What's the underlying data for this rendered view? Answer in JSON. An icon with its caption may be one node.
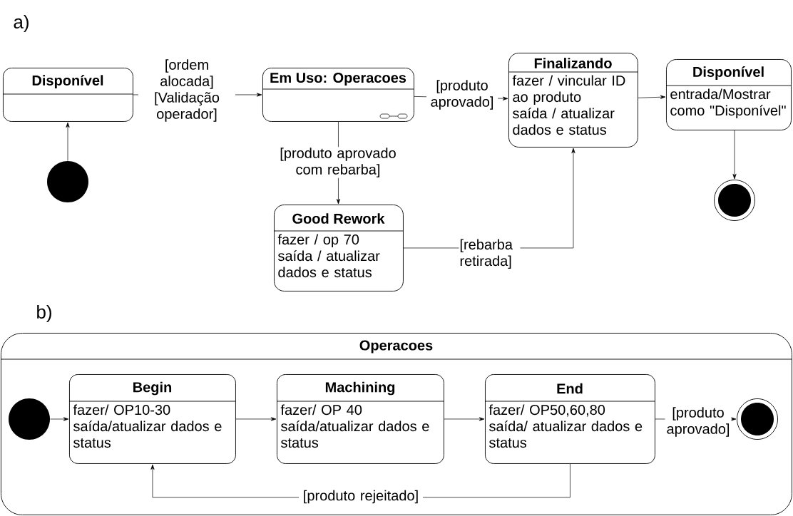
{
  "diagram": {
    "nodes": [
      {
        "text": [
          "Disponível"
        ]
      },
      {
        "text": [],
        "shape": "circle"
      },
      {
        "text": [
          "Em Uso: Operacoes"
        ]
      },
      {
        "text": [
          "Finalizando",
          "fazer / vincular ID ao produto",
          "saída / atualizar dados e status"
        ]
      },
      {
        "text": [
          "Disponível",
          "entrada/Mostrar como \"Disponível\""
        ]
      },
      {
        "text": [],
        "shape": "bullseye"
      },
      {
        "text": [
          "Good Rework",
          "fazer / op 70",
          "saída / atualizar dados e status"
        ]
      },
      {
        "text": [
          "Operacoes"
        ]
      },
      {
        "text": [],
        "shape": "circle",
        "in": 7
      },
      {
        "text": [
          "Begin",
          "fazer/ OP10-30",
          "saída/atualizar dados e status"
        ],
        "in": 7
      },
      {
        "text": [
          "Machining",
          "fazer/ OP 40",
          "saída/atualizar dados e status"
        ],
        "in": 7
      },
      {
        "text": [
          "End",
          "fazer/ OP50,60,80",
          "saída/ atualizar dados e status"
        ],
        "in": 7
      },
      {
        "text": [],
        "shape": "bullseye",
        "in": 7
      }
    ],
    "edges": [
      {
        "from": 1,
        "to": 0,
        "arrow": "to"
      },
      {
        "from": 0,
        "to": 2,
        "arrow": "to",
        "label": "[ordem alocada] [Validação operador]"
      },
      {
        "from": 2,
        "to": 3,
        "arrow": "to",
        "label": "[produto aprovado]"
      },
      {
        "from": 2,
        "to": 6,
        "arrow": "to",
        "label": "[produto aprovado com rebarba]"
      },
      {
        "from": 6,
        "to": 3,
        "arrow": "to",
        "label": "[rebarba retirada]"
      },
      {
        "from": 3,
        "to": 4,
        "arrow": "to"
      },
      {
        "from": 4,
        "to": 5,
        "arrow": "to"
      },
      {
        "from": 8,
        "to": 9,
        "arrow": "to"
      },
      {
        "from": 9,
        "to": 10,
        "arrow": "to"
      },
      {
        "from": 10,
        "to": 11,
        "arrow": "to"
      },
      {
        "from": 11,
        "to": 12,
        "arrow": "to",
        "label": "[produto aprovado]"
      },
      {
        "from": 11,
        "to": 9,
        "arrow": "to",
        "label": "[produto rejeitado]"
      }
    ],
    "labels": [
      "a)",
      "b)"
    ]
  }
}
